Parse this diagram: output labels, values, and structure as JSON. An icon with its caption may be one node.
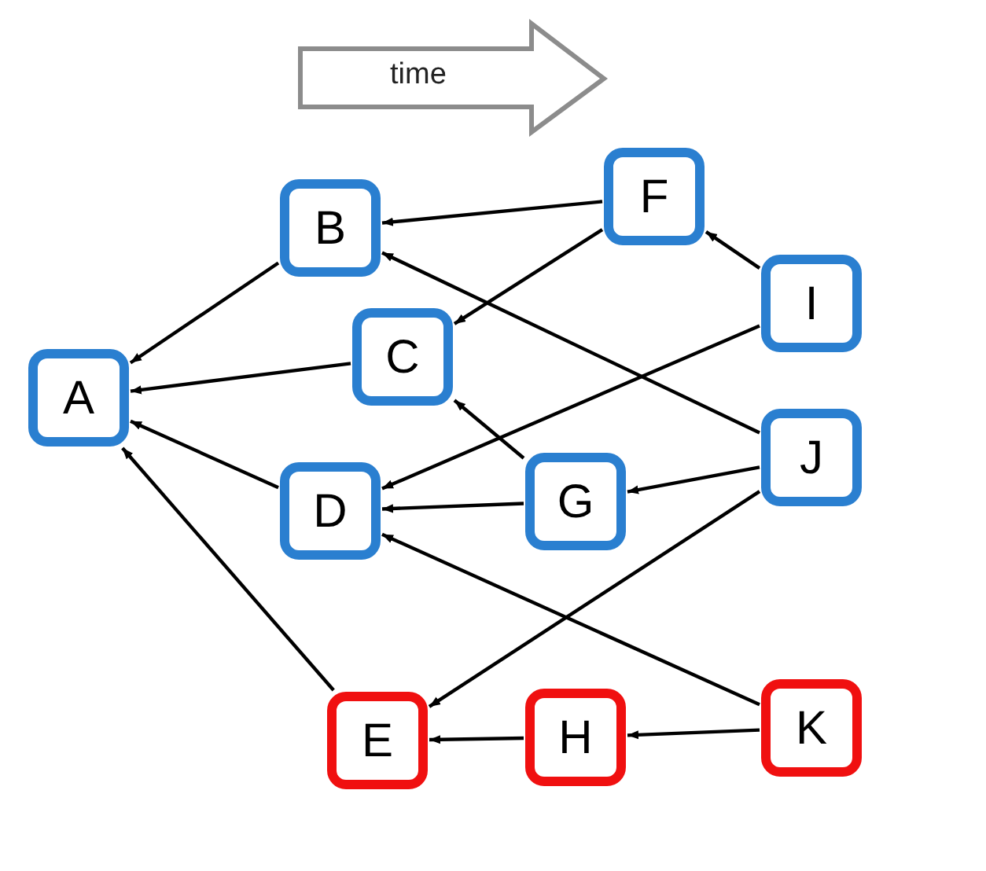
{
  "diagram": {
    "nodes": [
      {
        "text": [
          "A"
        ]
      },
      {
        "text": [
          "B"
        ]
      },
      {
        "text": [
          "C"
        ]
      },
      {
        "text": [
          "D"
        ]
      },
      {
        "text": [
          "E"
        ]
      },
      {
        "text": [
          "F"
        ]
      },
      {
        "text": [
          "G"
        ]
      },
      {
        "text": [
          "H"
        ]
      },
      {
        "text": [
          "I"
        ]
      },
      {
        "text": [
          "J"
        ]
      },
      {
        "text": [
          "K"
        ]
      }
    ],
    "edges": [
      {
        "from": 1,
        "to": 0,
        "arrow": "to"
      },
      {
        "from": 2,
        "to": 0,
        "arrow": "to"
      },
      {
        "from": 3,
        "to": 0,
        "arrow": "to"
      },
      {
        "from": 4,
        "to": 0,
        "arrow": "to"
      },
      {
        "from": 5,
        "to": 1,
        "arrow": "to"
      },
      {
        "from": 5,
        "to": 2,
        "arrow": "to"
      },
      {
        "from": 8,
        "to": 5,
        "arrow": "to"
      },
      {
        "from": 8,
        "to": 3,
        "arrow": "to"
      },
      {
        "from": 9,
        "to": 1,
        "arrow": "to"
      },
      {
        "from": 9,
        "to": 6,
        "arrow": "to"
      },
      {
        "from": 9,
        "to": 4,
        "arrow": "to"
      },
      {
        "from": 6,
        "to": 3,
        "arrow": "to"
      },
      {
        "from": 6,
        "to": 2,
        "arrow": "to"
      },
      {
        "from": 10,
        "to": 3,
        "arrow": "to"
      },
      {
        "from": 10,
        "to": 7,
        "arrow": "to"
      },
      {
        "from": 7,
        "to": 4,
        "arrow": "to"
      }
    ],
    "labels": [
      "time"
    ]
  }
}
